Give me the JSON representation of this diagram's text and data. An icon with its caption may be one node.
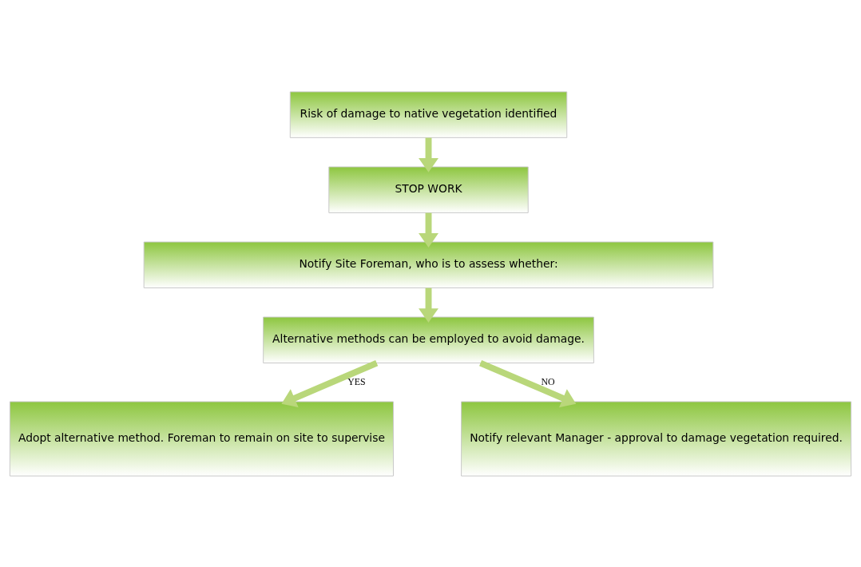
{
  "diagram": {
    "nodes": [
      {
        "text": [
          "Risk of damage to native vegetation identified"
        ]
      },
      {
        "text": [
          "STOP WORK"
        ]
      },
      {
        "text": [
          "Notify Site Foreman, who is to assess whether:"
        ]
      },
      {
        "text": [
          "Alternative methods can be employed to avoid damage."
        ]
      },
      {
        "text": [
          "Adopt alternative method. Foreman to remain on site to supervise"
        ]
      },
      {
        "text": [
          "Notify relevant Manager - approval to damage vegetation required."
        ]
      }
    ],
    "edges": [
      {
        "from": 0,
        "to": 1,
        "arrow": "to"
      },
      {
        "from": 1,
        "to": 2,
        "arrow": "to"
      },
      {
        "from": 2,
        "to": 3,
        "arrow": "to"
      },
      {
        "from": 3,
        "to": 4,
        "arrow": "to",
        "label": "YES"
      },
      {
        "from": 3,
        "to": 5,
        "arrow": "to",
        "label": "NO"
      }
    ]
  }
}
